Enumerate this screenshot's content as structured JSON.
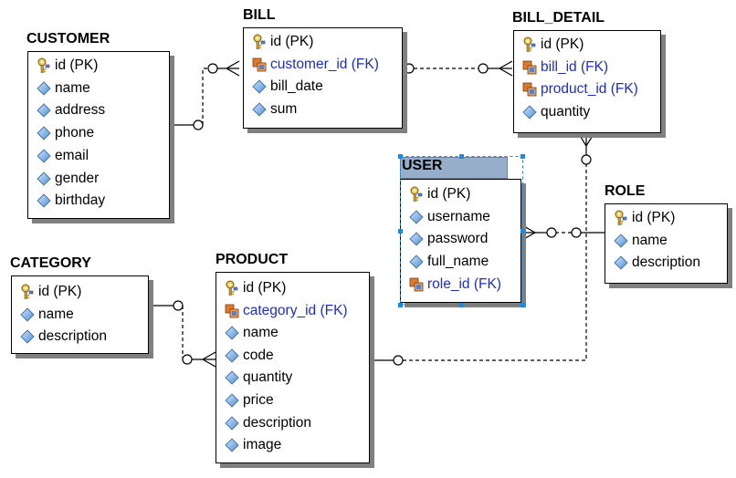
{
  "entities": {
    "customer": {
      "title": "CUSTOMER",
      "fields": [
        {
          "label": "id (PK)",
          "kind": "pk"
        },
        {
          "label": "name",
          "kind": "attr"
        },
        {
          "label": "address",
          "kind": "attr"
        },
        {
          "label": "phone",
          "kind": "attr"
        },
        {
          "label": "email",
          "kind": "attr"
        },
        {
          "label": "gender",
          "kind": "attr"
        },
        {
          "label": "birthday",
          "kind": "attr"
        }
      ]
    },
    "bill": {
      "title": "BILL",
      "fields": [
        {
          "label": "id (PK)",
          "kind": "pk"
        },
        {
          "label": "customer_id (FK)",
          "kind": "fk"
        },
        {
          "label": "bill_date",
          "kind": "attr"
        },
        {
          "label": "sum",
          "kind": "attr"
        }
      ]
    },
    "bill_detail": {
      "title": "BILL_DETAIL",
      "fields": [
        {
          "label": "id (PK)",
          "kind": "pk"
        },
        {
          "label": "bill_id (FK)",
          "kind": "fk"
        },
        {
          "label": "product_id (FK)",
          "kind": "fk"
        },
        {
          "label": "quantity",
          "kind": "attr"
        }
      ]
    },
    "user": {
      "title": "USER",
      "fields": [
        {
          "label": "id (PK)",
          "kind": "pk"
        },
        {
          "label": "username",
          "kind": "attr"
        },
        {
          "label": "password",
          "kind": "attr"
        },
        {
          "label": "full_name",
          "kind": "attr"
        },
        {
          "label": "role_id (FK)",
          "kind": "fk"
        }
      ]
    },
    "role": {
      "title": "ROLE",
      "fields": [
        {
          "label": "id (PK)",
          "kind": "pk"
        },
        {
          "label": "name",
          "kind": "attr"
        },
        {
          "label": "description",
          "kind": "attr"
        }
      ]
    },
    "category": {
      "title": "CATEGORY",
      "fields": [
        {
          "label": "id (PK)",
          "kind": "pk"
        },
        {
          "label": "name",
          "kind": "attr"
        },
        {
          "label": "description",
          "kind": "attr"
        }
      ]
    },
    "product": {
      "title": "PRODUCT",
      "fields": [
        {
          "label": "id (PK)",
          "kind": "pk"
        },
        {
          "label": "category_id (FK)",
          "kind": "fk"
        },
        {
          "label": "name",
          "kind": "attr"
        },
        {
          "label": "code",
          "kind": "attr"
        },
        {
          "label": "quantity",
          "kind": "attr"
        },
        {
          "label": "price",
          "kind": "attr"
        },
        {
          "label": "description",
          "kind": "attr"
        },
        {
          "label": "image",
          "kind": "attr"
        }
      ]
    }
  },
  "relationships": [
    {
      "from": "customer",
      "to": "bill",
      "style": "dashed",
      "cardinality": "one-to-many"
    },
    {
      "from": "bill",
      "to": "bill_detail",
      "style": "dashed",
      "cardinality": "one-to-many"
    },
    {
      "from": "product",
      "to": "bill_detail",
      "style": "dashed",
      "cardinality": "one-to-many"
    },
    {
      "from": "role",
      "to": "user",
      "style": "dashed",
      "cardinality": "one-to-many"
    },
    {
      "from": "category",
      "to": "product",
      "style": "dashed",
      "cardinality": "one-to-many"
    }
  ],
  "icons": {
    "pk": "key-icon",
    "fk": "foreign-key-icon",
    "attr": "diamond-attribute-icon"
  },
  "colors": {
    "fk_text": "#1c2bd6",
    "selected_header": "#97aecb",
    "selection_handle": "#1e88e5"
  }
}
